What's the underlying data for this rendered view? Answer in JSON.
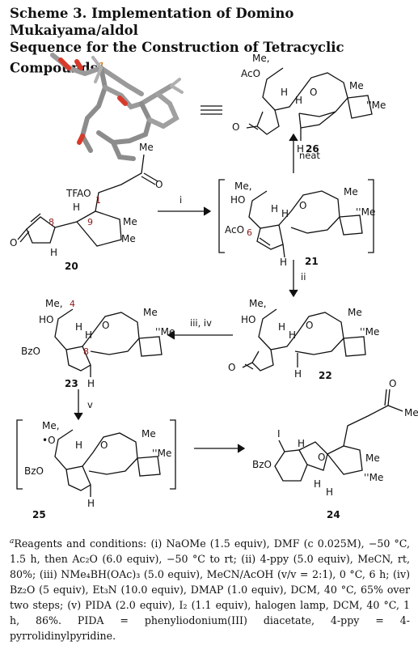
{
  "scheme": {
    "title_line1": "Scheme 3. Implementation of Domino Mukaiyama/aldol",
    "title_line2": "Sequence for the Construction of Tetracyclic Compounds",
    "title_marker": "a"
  },
  "compounds": {
    "c20": "20",
    "c21": "21",
    "c22": "22",
    "c23": "23",
    "c24": "24",
    "c25": "25",
    "c26": "26"
  },
  "atom_labels": {
    "me": "Me",
    "tfao": "TFAO",
    "h": "H",
    "o": "O",
    "ho": "HO",
    "aco": "AcO",
    "bzo": "BzO",
    "me_wedge": "Me,",
    "i": "I",
    "me_hash": "''Me",
    "o_radical": "•O",
    "num1": "1",
    "num9": "9",
    "num8": "8",
    "num6": "6",
    "num4": "4"
  },
  "arrows": {
    "step_i": "i",
    "step_ii": "ii",
    "step_iii_iv": "iii, iv",
    "step_v": "v",
    "step_neat": "neat"
  },
  "footnote": {
    "marker": "a",
    "text": "Reagents and conditions: (i) NaOMe (1.5 equiv), DMF (c 0.025M), −50 °C, 1.5 h, then Ac₂O (6.0 equiv), −50 °C to rt; (ii) 4-ppy (5.0 equiv), MeCN, rt, 80%; (iii) NMe₄BH(OAc)₃ (5.0 equiv), MeCN/AcOH (v/v = 2:1), 0 °C, 6 h; (iv) Bz₂O (5 equiv), Et₃N (10.0 equiv), DMAP (1.0 equiv), DCM, 40 °C, 65% over two steps; (v) PIDA (2.0 equiv), I₂ (1.1 equiv), halogen lamp, DCM, 40 °C, 1 h, 86%. PIDA = phenyliodonium(III) diacetate, 4-ppy = 4-pyrrolidinylpyridine."
  }
}
